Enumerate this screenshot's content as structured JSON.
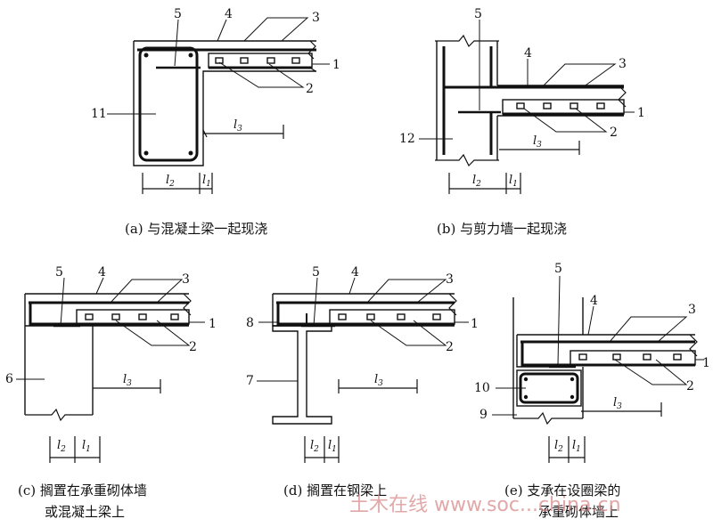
{
  "figures": {
    "a": {
      "caption": "(a) 与混凝土梁一起现浇",
      "labels": {
        "n1": "1",
        "n2": "2",
        "n3": "3",
        "n4": "4",
        "n5": "5",
        "n11": "11"
      },
      "dims": {
        "l1": "l",
        "l1_sub": "1",
        "l2": "l",
        "l2_sub": "2",
        "l3": "l",
        "l3_sub": "3"
      }
    },
    "b": {
      "caption": "(b) 与剪力墙一起现浇",
      "labels": {
        "n1": "1",
        "n2": "2",
        "n3": "3",
        "n4": "4",
        "n5": "5",
        "n12": "12"
      },
      "dims": {
        "l1": "l",
        "l1_sub": "1",
        "l2": "l",
        "l2_sub": "2",
        "l3": "l",
        "l3_sub": "3"
      }
    },
    "c": {
      "caption_line1": "(c) 搁置在承重砌体墙",
      "caption_line2": "或混凝土梁上",
      "labels": {
        "n1": "1",
        "n2": "2",
        "n3": "3",
        "n4": "4",
        "n5": "5",
        "n6": "6"
      },
      "dims": {
        "l1": "l",
        "l1_sub": "1",
        "l2": "l",
        "l2_sub": "2",
        "l3": "l",
        "l3_sub": "3"
      }
    },
    "d": {
      "caption": "(d) 搁置在钢梁上",
      "labels": {
        "n1": "1",
        "n2": "2",
        "n3": "3",
        "n4": "4",
        "n5": "5",
        "n7": "7",
        "n8": "8"
      },
      "dims": {
        "l1": "l",
        "l1_sub": "1",
        "l2": "l",
        "l2_sub": "2",
        "l3": "l",
        "l3_sub": "3"
      }
    },
    "e": {
      "caption_line1": "(e) 支承在设圈梁的",
      "caption_line2": "承重砌体墙上",
      "labels": {
        "n1": "1",
        "n2": "2",
        "n3": "3",
        "n4": "4",
        "n5": "5",
        "n9": "9",
        "n10": "10"
      },
      "dims": {
        "l1": "l",
        "l1_sub": "1",
        "l2": "l",
        "l2_sub": "2",
        "l3": "l",
        "l3_sub": "3"
      }
    }
  },
  "watermark": "土木在线 www.soc...china.cn"
}
